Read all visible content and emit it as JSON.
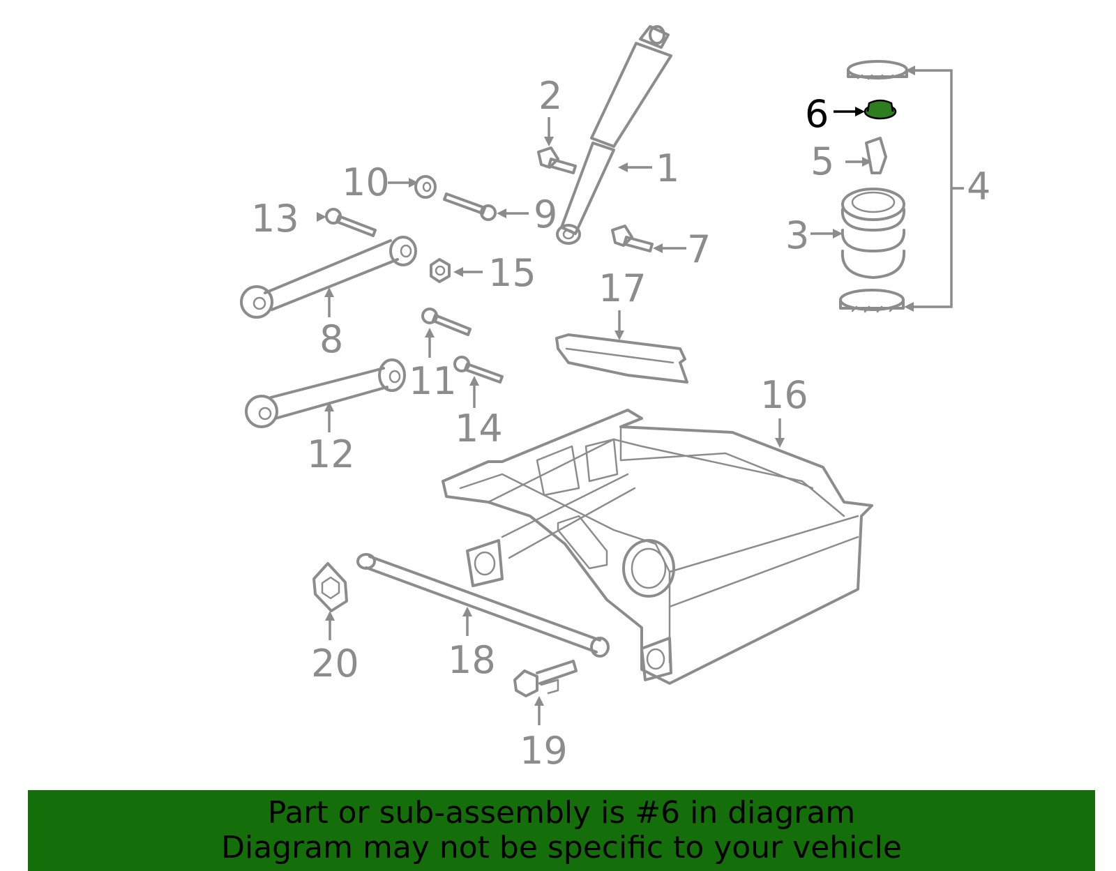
{
  "diagram": {
    "highlight_color": "#2e7d1e",
    "part_color": "#8c8c8c",
    "highlighted_part": "6",
    "callouts": [
      "1",
      "2",
      "3",
      "4",
      "5",
      "6",
      "7",
      "8",
      "9",
      "10",
      "11",
      "12",
      "13",
      "14",
      "15",
      "16",
      "17",
      "18",
      "19",
      "20"
    ]
  },
  "banner": {
    "background": "#146e0a",
    "line1": "Part or sub-assembly is #6 in diagram",
    "line2": "Diagram may not be specific to your vehicle"
  }
}
